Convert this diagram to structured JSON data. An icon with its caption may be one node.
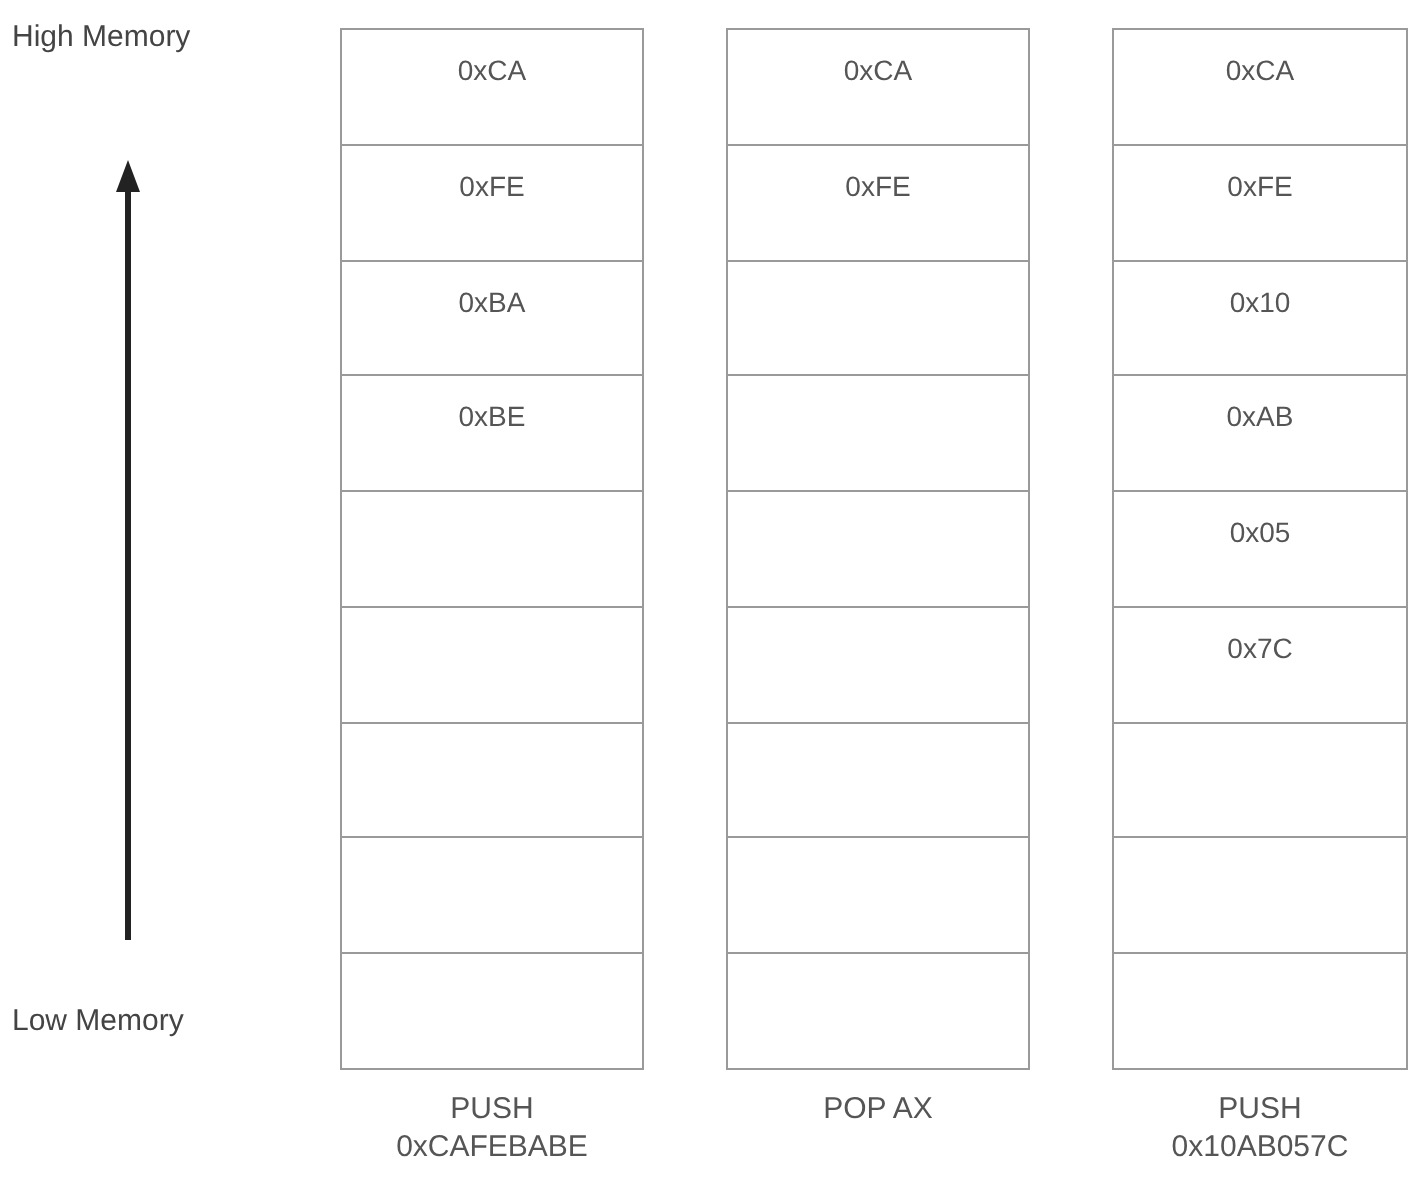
{
  "diagram": {
    "nodes": [
      {
        "text": [],
        "shape": "box",
        "beside": [
          "PUSH 0xCAFEBABE"
        ]
      },
      {
        "text": [
          "0xCA"
        ],
        "in": 0
      },
      {
        "text": [
          "0xFE"
        ],
        "in": 0
      },
      {
        "text": [
          "0xBA"
        ],
        "in": 0
      },
      {
        "text": [
          "0xBE"
        ],
        "in": 0
      },
      {
        "text": [],
        "shape": "box",
        "in": 0
      },
      {
        "text": [],
        "shape": "box",
        "in": 0
      },
      {
        "text": [],
        "shape": "box",
        "in": 0
      },
      {
        "text": [],
        "shape": "box",
        "in": 0
      },
      {
        "text": [],
        "shape": "box",
        "in": 0
      },
      {
        "text": [],
        "shape": "box",
        "beside": [
          "POP AX"
        ]
      },
      {
        "text": [
          "0xCA"
        ],
        "in": 10
      },
      {
        "text": [
          "0xFE"
        ],
        "in": 10
      },
      {
        "text": [],
        "shape": "box",
        "in": 10
      },
      {
        "text": [],
        "shape": "box",
        "in": 10
      },
      {
        "text": [],
        "shape": "box",
        "in": 10
      },
      {
        "text": [],
        "shape": "box",
        "in": 10
      },
      {
        "text": [],
        "shape": "box",
        "in": 10
      },
      {
        "text": [],
        "shape": "box",
        "in": 10
      },
      {
        "text": [],
        "shape": "box",
        "in": 10
      },
      {
        "text": [],
        "shape": "box",
        "beside": [
          "PUSH 0x10AB057C"
        ]
      },
      {
        "text": [
          "0xCA"
        ],
        "in": 20
      },
      {
        "text": [
          "0xFE"
        ],
        "in": 20
      },
      {
        "text": [
          "0x10"
        ],
        "in": 20
      },
      {
        "text": [
          "0xAB"
        ],
        "in": 20
      },
      {
        "text": [
          "0x05"
        ],
        "in": 20
      },
      {
        "text": [
          "0x7C"
        ],
        "in": 20
      },
      {
        "text": [],
        "shape": "box",
        "in": 20
      },
      {
        "text": [],
        "shape": "box",
        "in": 20
      },
      {
        "text": [],
        "shape": "box",
        "in": 20
      }
    ],
    "labels": [
      "High Memory",
      "Low Memory"
    ]
  }
}
